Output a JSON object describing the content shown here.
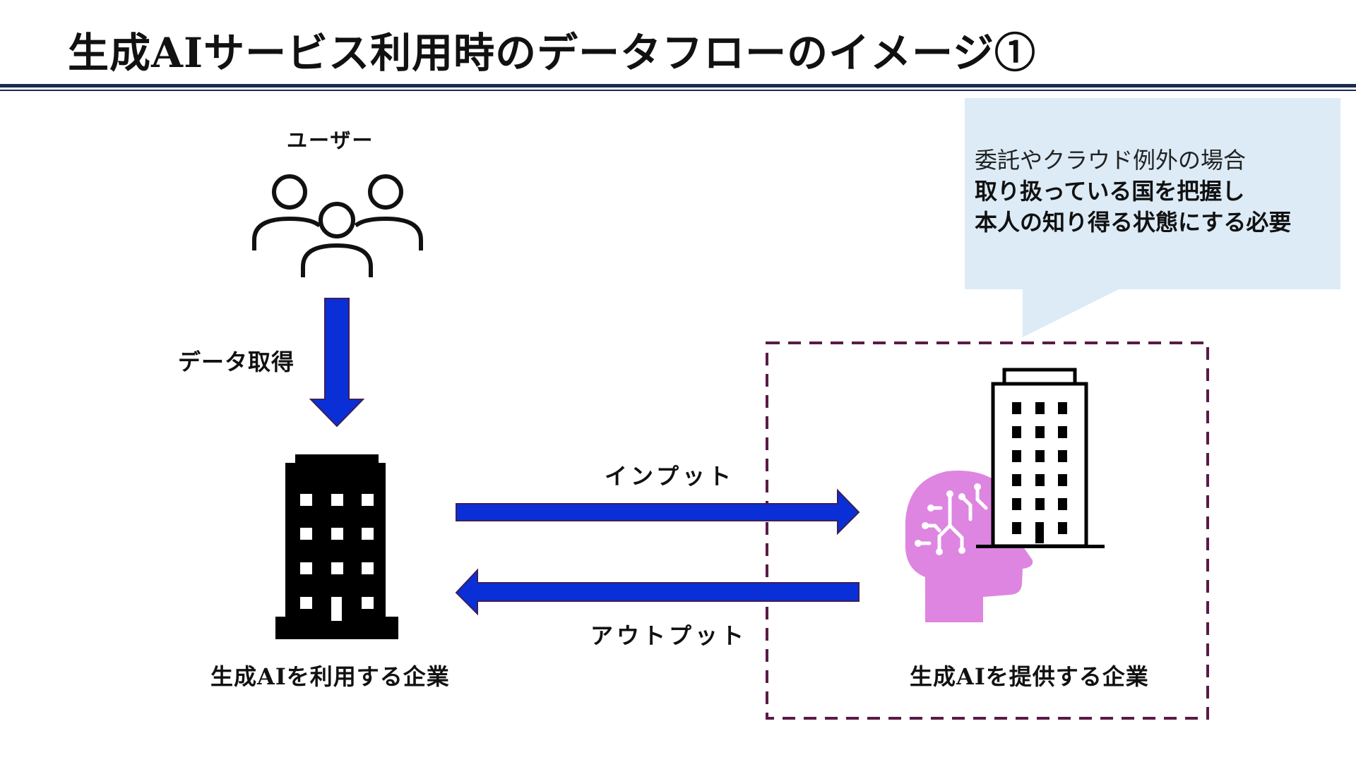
{
  "title": "生成AIサービス利用時のデータフローのイメージ①",
  "colors": {
    "title_rule": "#1b2a4f",
    "arrow_fill": "#0a2fd6",
    "arrow_stroke": "#3b1f5a",
    "callout_bg": "#dcebf6",
    "dashed_border": "#5a1a45",
    "ai_head": "#dd85e0"
  },
  "users": {
    "label": "ユーザー",
    "icon": "users-group-icon"
  },
  "data_acquisition": {
    "label": "データ取得"
  },
  "user_company": {
    "label": "生成AIを利用する企業",
    "icon": "office-building-icon"
  },
  "provider": {
    "label": "生成AIを提供する企業",
    "icons": [
      "ai-head-icon",
      "office-building-outline-icon"
    ]
  },
  "flows": {
    "input_label": "インプット",
    "output_label": "アウトプット"
  },
  "callout": {
    "line1": "委託やクラウド例外の場合",
    "line2": "取り扱っている国を把握し",
    "line3": "本人の知り得る状態にする必要"
  }
}
